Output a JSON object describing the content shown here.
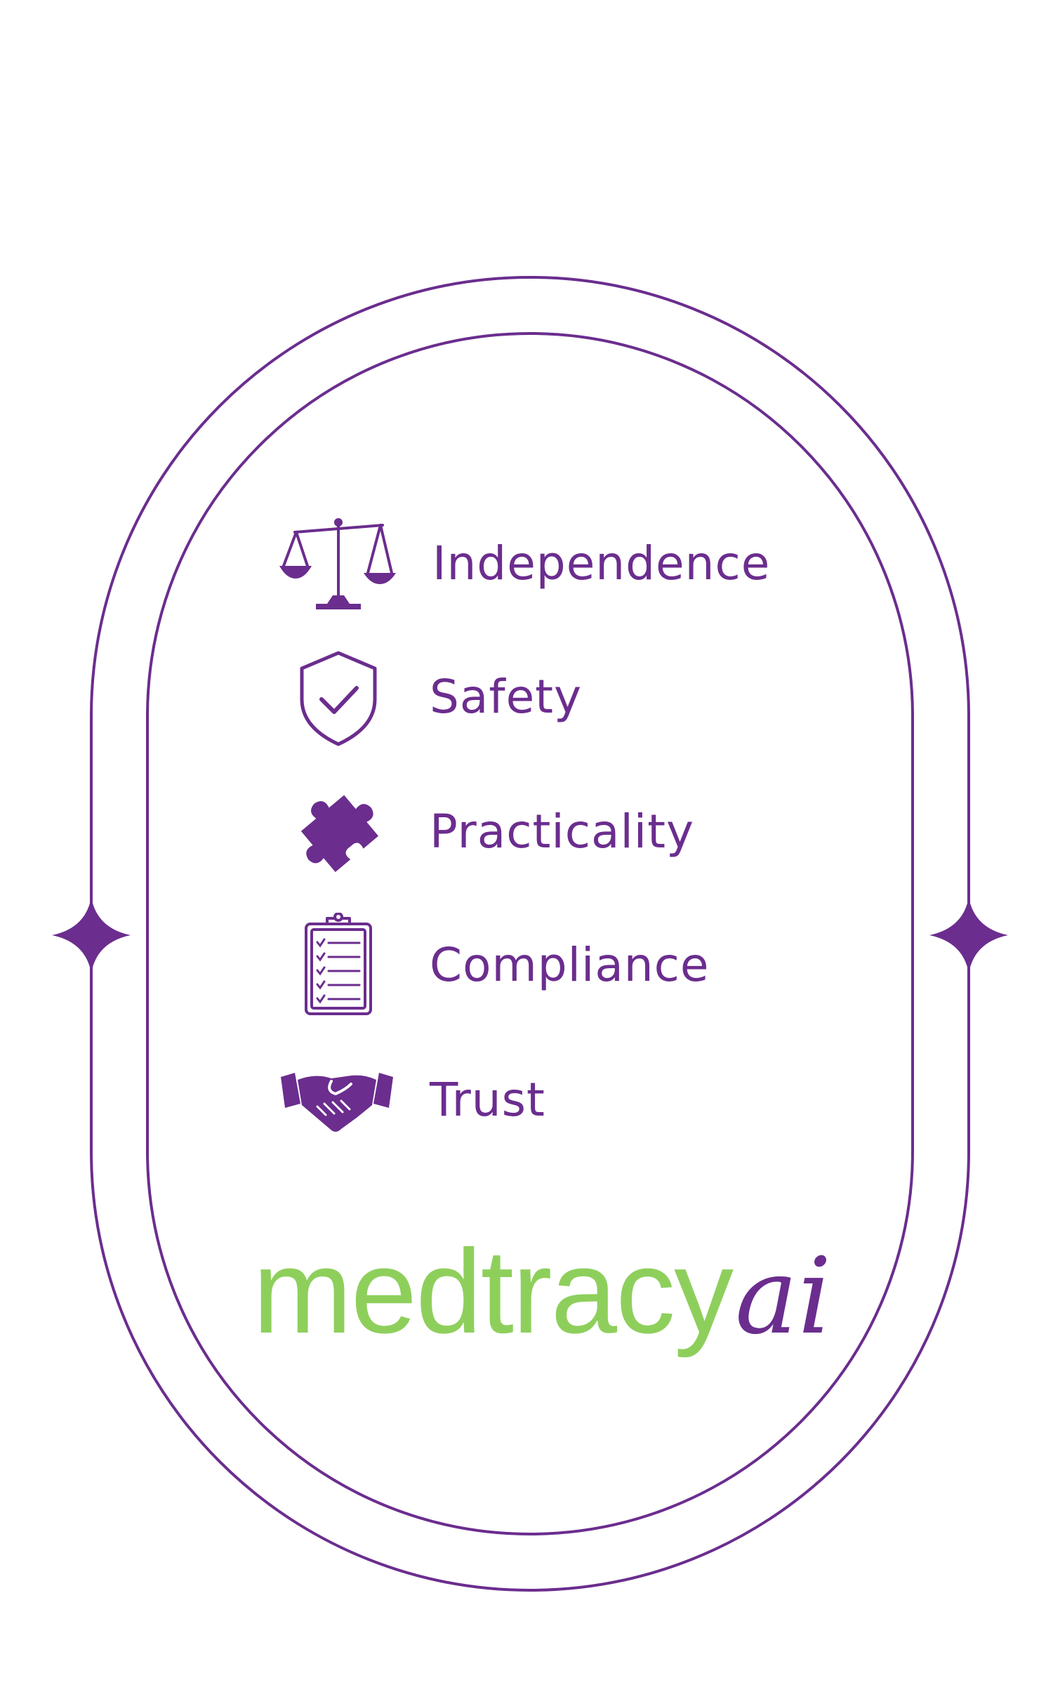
{
  "colors": {
    "accent": "#6b2d8e",
    "brand_green": "#8ecf5c",
    "background": "#ffffff"
  },
  "values": [
    {
      "label": "Independence",
      "icon": "scales-icon"
    },
    {
      "label": "Safety",
      "icon": "shield-check-icon"
    },
    {
      "label": "Practicality",
      "icon": "puzzle-piece-icon"
    },
    {
      "label": "Compliance",
      "icon": "clipboard-checklist-icon"
    },
    {
      "label": "Trust",
      "icon": "handshake-icon"
    }
  ],
  "logo": {
    "main": "medtracy",
    "suffix": "ai"
  }
}
